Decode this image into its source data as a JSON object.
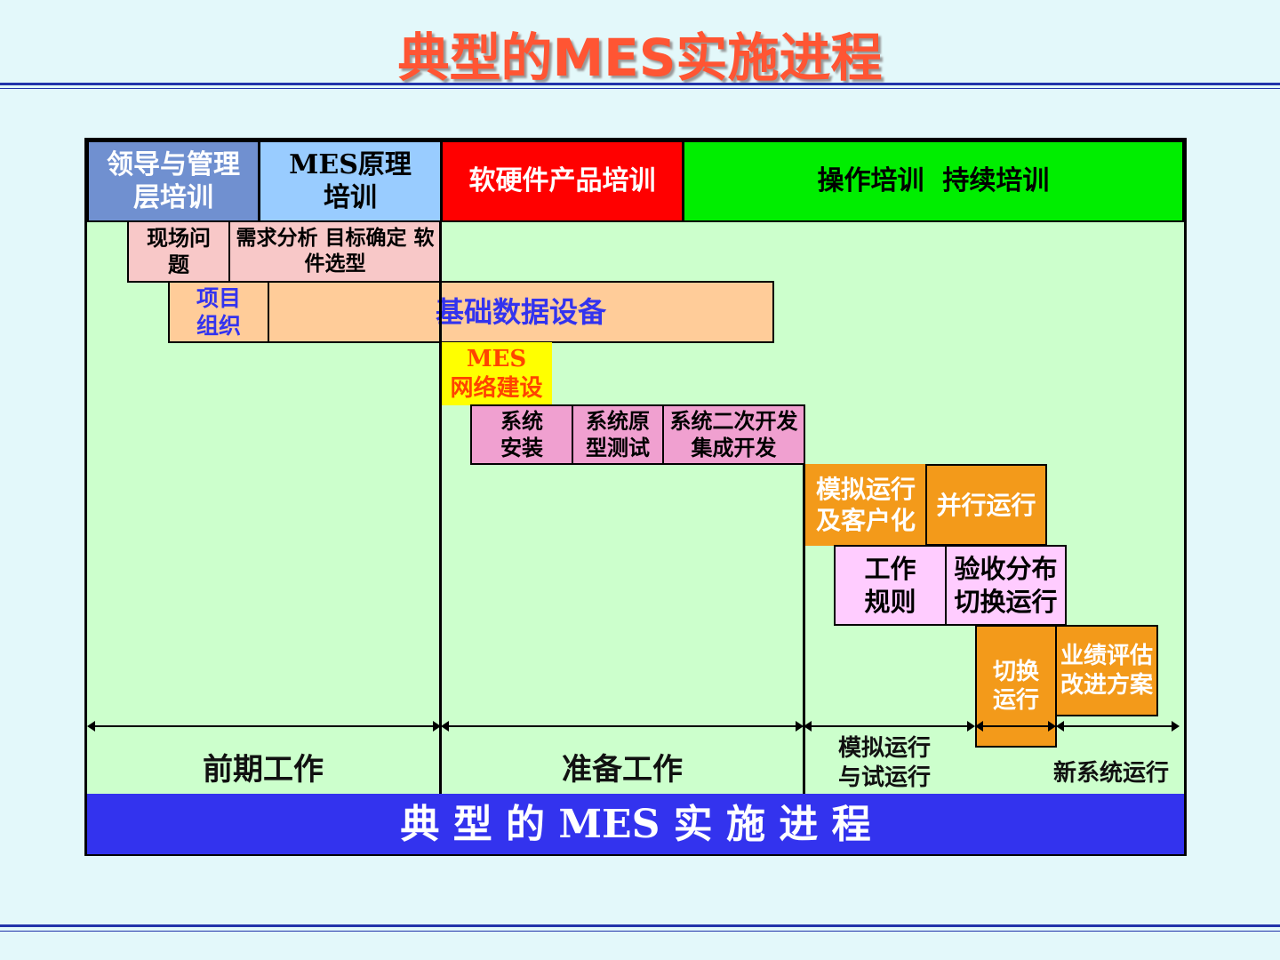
{
  "title": "典型的MES实施进程",
  "header": {
    "leadership": "领导与管理层培训",
    "principles": "MES原理培训",
    "products": "软硬件产品培训",
    "operations": "操作培训  持续培训"
  },
  "tasks": {
    "site_issues": "现场问题",
    "requirements": "需求分析 目标确定 软件选型",
    "project_org": "项目组织",
    "base_data": "基础数据设备",
    "network": {
      "line1": "MES",
      "line2": "网络建设"
    },
    "install": "系统安装",
    "prototype": "系统原型测试",
    "secondary_dev": "系统二次开发集成开发",
    "simulation": "模拟运行及客户化",
    "parallel": "并行运行",
    "work_rules": "工作规则",
    "acceptance": "验收分布切换运行",
    "switch": "切换运行",
    "evaluation": "业绩评估改进方案"
  },
  "phases": {
    "early": "前期工作",
    "prep": "准备工作",
    "trial": "模拟运行与试运行",
    "new_system": "新系统运行"
  },
  "footer": "典 型 的 MES 实 施 进 程"
}
